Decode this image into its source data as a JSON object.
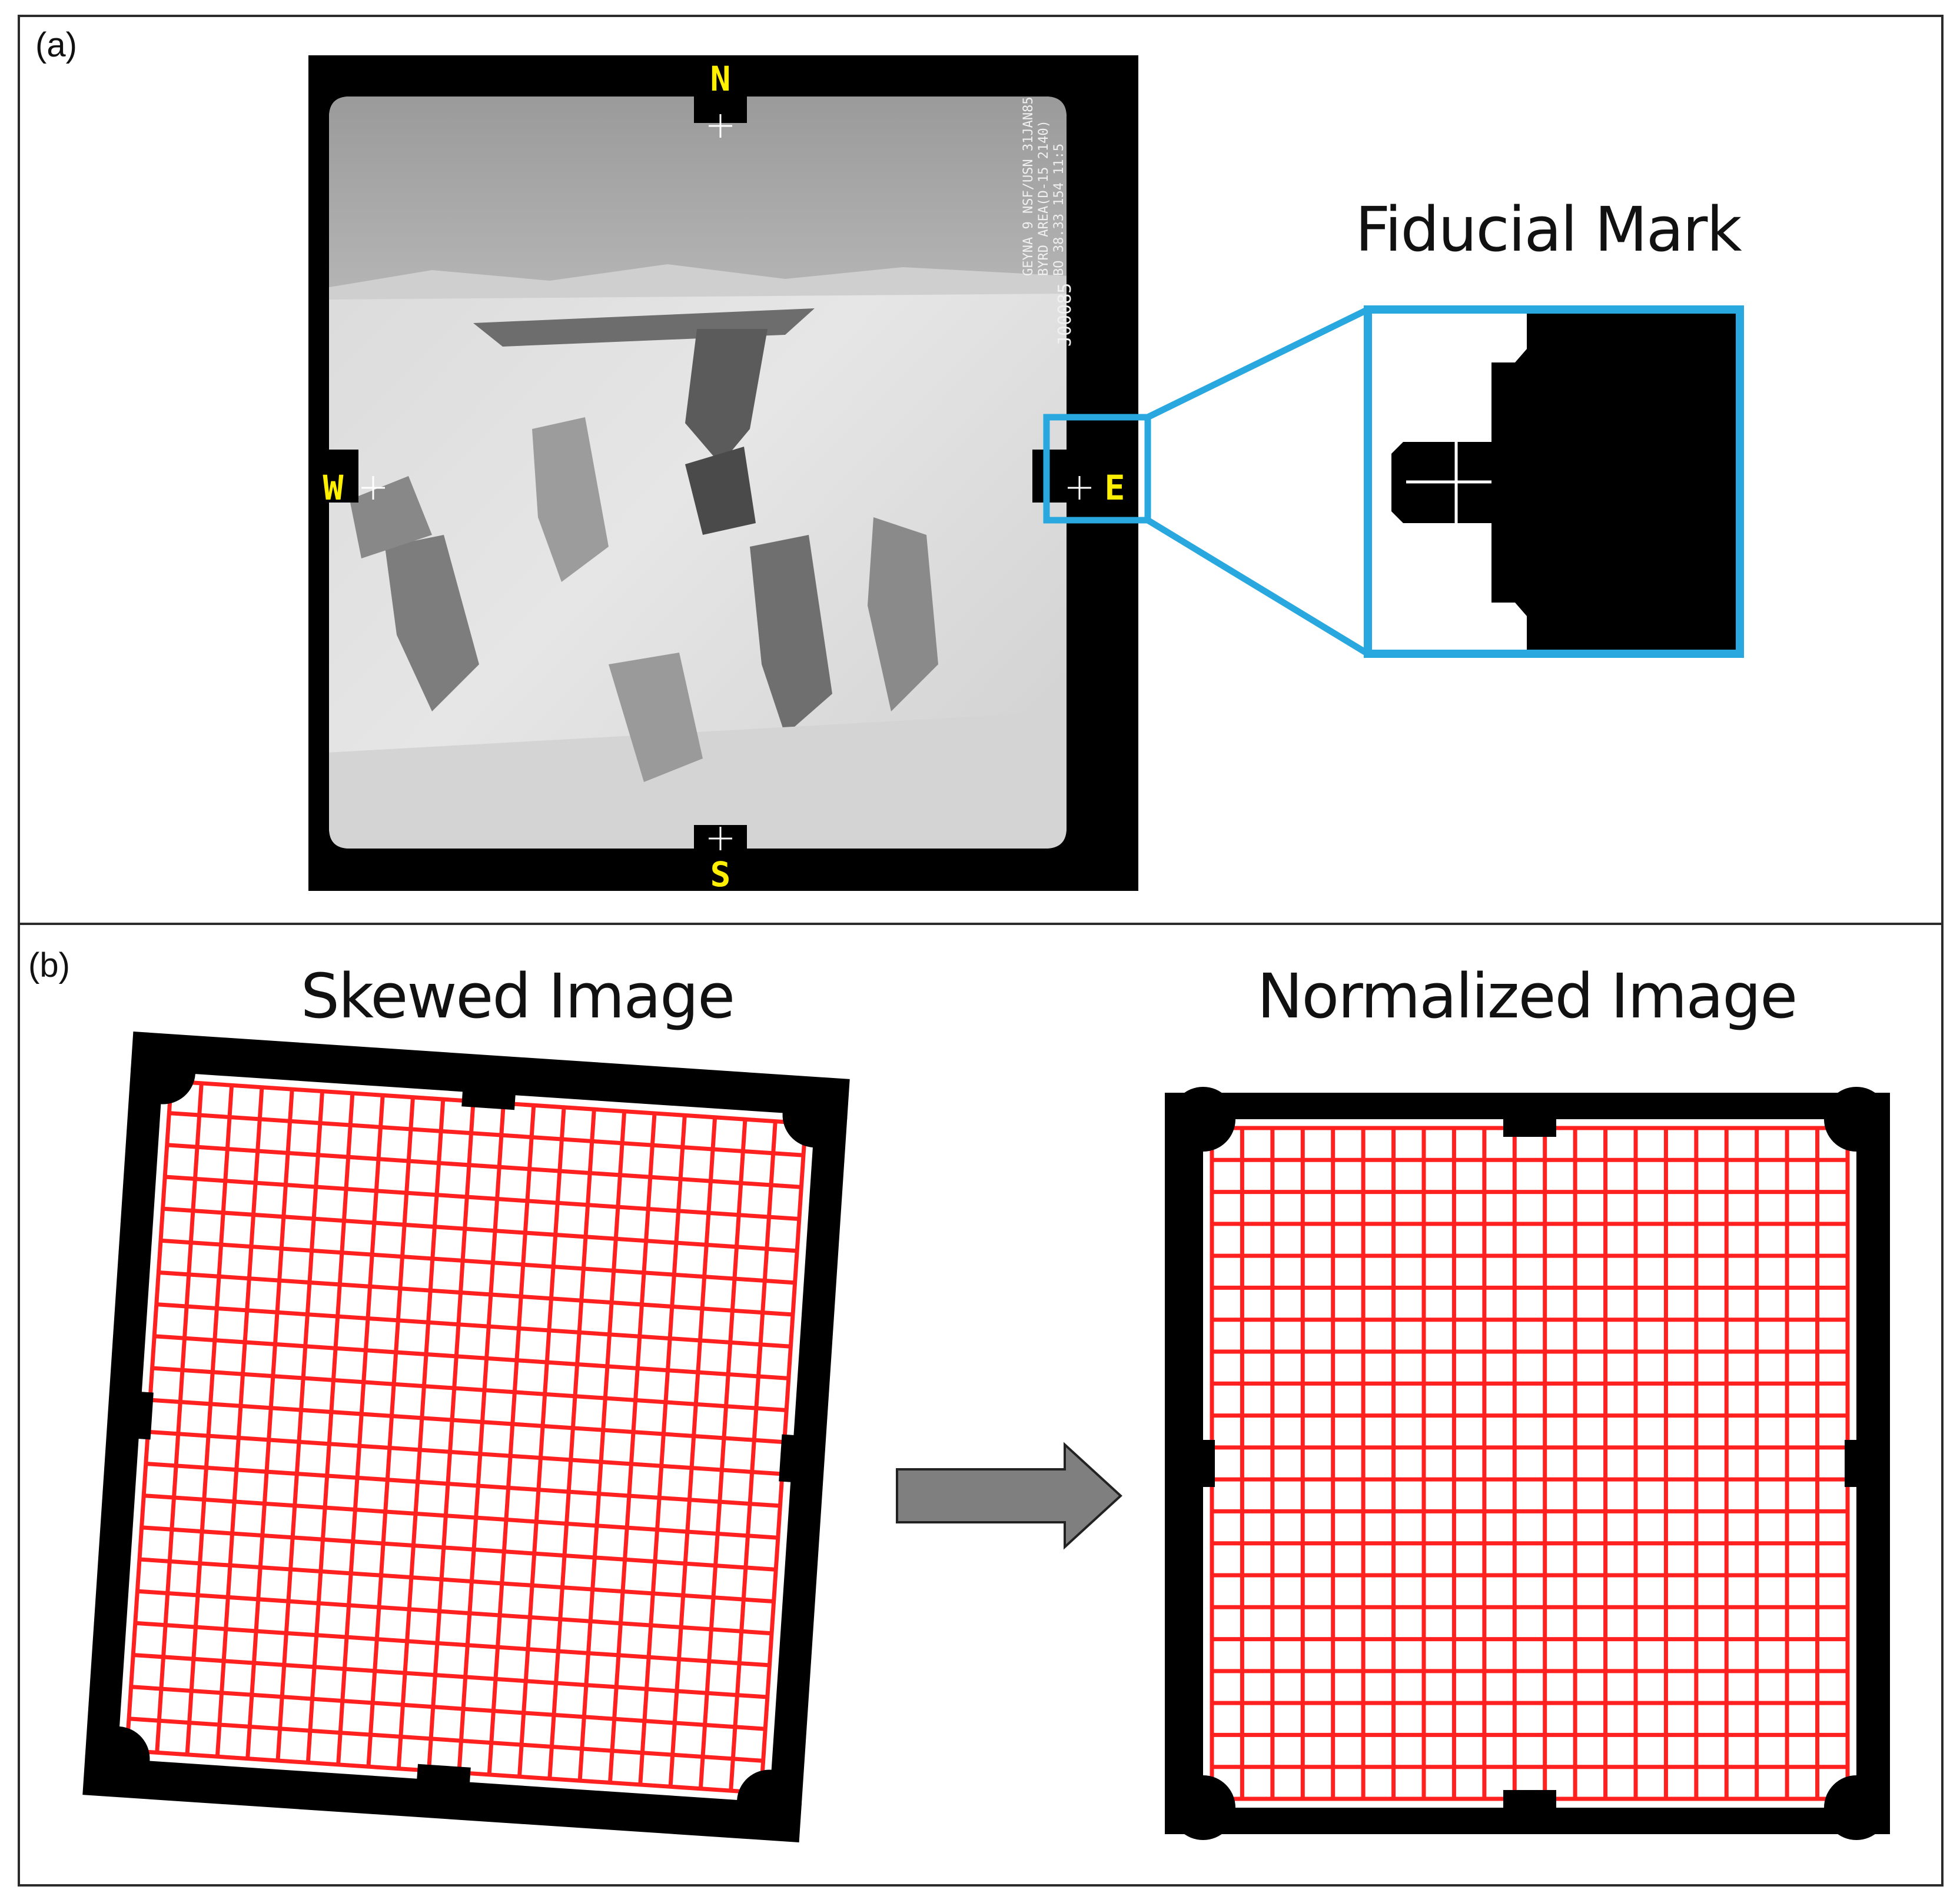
{
  "panels": {
    "a": {
      "label": "(a)",
      "photo_text": [
        "GEYNA 9 NSF/USN 31JAN85",
        "BYRD AREA(D-15 2140)",
        "BO 38.33 154 11:5",
        "J00085"
      ],
      "compass": {
        "north": "N",
        "south": "S",
        "west": "W",
        "east": "E"
      },
      "inset_title": "Fiducial Mark",
      "colors": {
        "highlight": "#29a8e0",
        "frame": "#000000",
        "compass": "#ffef00"
      }
    },
    "b": {
      "label": "(b)",
      "skewed_title": "Skewed Image",
      "normalized_title": "Normalized Image",
      "colors": {
        "grid": "#ff2020",
        "arrow_fill": "#7f7f7f",
        "arrow_stroke": "#222222"
      }
    }
  }
}
